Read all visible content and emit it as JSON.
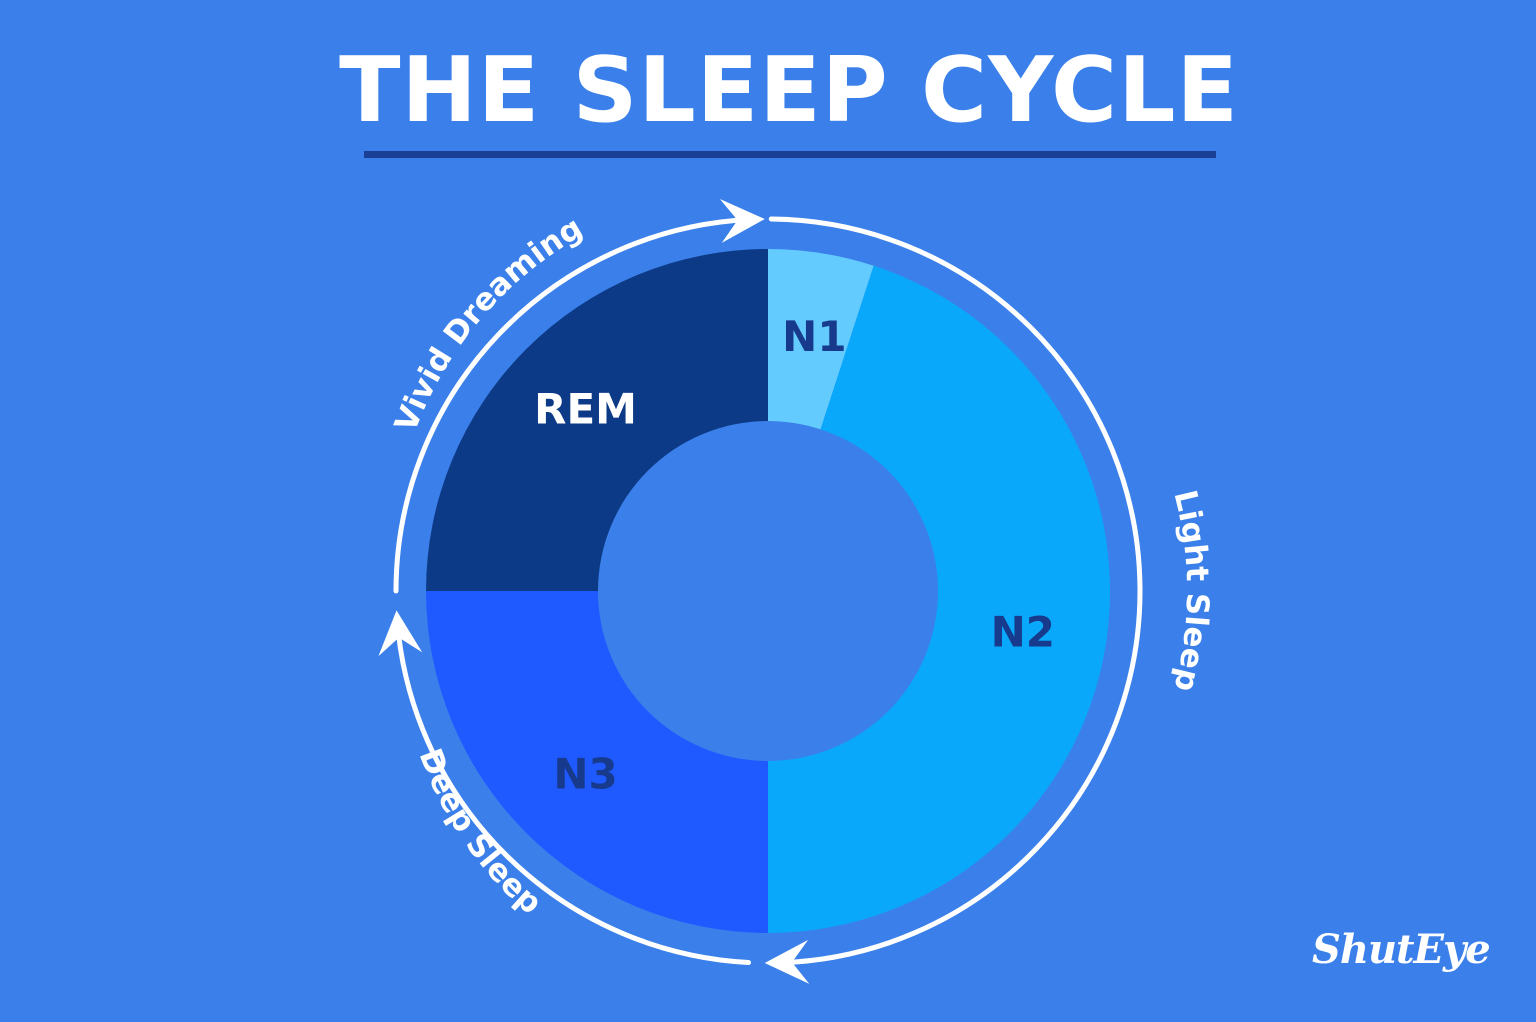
{
  "title": "THE SLEEP CYCLE",
  "brand": "ShutEye",
  "colors": {
    "background": "#3b80ea",
    "title_rule": "#1b3f94",
    "cycle_arrows": "#ffffff"
  },
  "chart_data": {
    "type": "pie",
    "donut": true,
    "direction": "clockwise",
    "start": "top",
    "slices": [
      {
        "label": "N1",
        "value": 5,
        "color": "#64cbff",
        "label_color": "#173a8c"
      },
      {
        "label": "N2",
        "value": 45,
        "color": "#09a8fa",
        "label_color": "#173a8c"
      },
      {
        "label": "N3",
        "value": 25,
        "color": "#1e5aff",
        "label_color": "#173a8c"
      },
      {
        "label": "REM",
        "value": 25,
        "color": "#0c3a86",
        "label_color": "#ffffff"
      }
    ],
    "annotations": [
      {
        "text": "Light Sleep"
      },
      {
        "text": "Deep Sleep"
      },
      {
        "text": "Vivid Dreaming"
      }
    ]
  }
}
